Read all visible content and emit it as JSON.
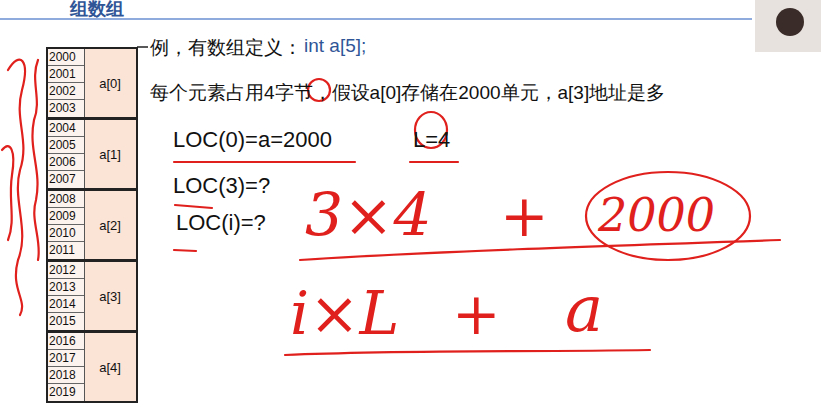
{
  "diagram": {
    "title": "组数组",
    "nodes": [
      {
        "text": [
          "2000",
          "2001",
          "2002",
          "2003",
          "a[0]"
        ]
      },
      {
        "text": [
          "2004",
          "2005",
          "2006",
          "2007",
          "a[1]"
        ]
      },
      {
        "text": [
          "2008",
          "2009",
          "2010",
          "2011",
          "a[2]"
        ]
      },
      {
        "text": [
          "2012",
          "2013",
          "2014",
          "2015",
          "a[3]"
        ]
      },
      {
        "text": [
          "2016",
          "2017",
          "2018",
          "2019",
          "a[4]"
        ]
      }
    ],
    "labels": [
      "例，有数组定义：",
      "int a[5];",
      "每个元素占用4字节，假设a[0]存储在2000单元，a[3]地址是多",
      "LOC(0)=a=2000",
      "L=4",
      "LOC(3)=?",
      "LOC(i)=?",
      "3×4",
      "+",
      "2000",
      "i×L",
      "+",
      "a"
    ]
  }
}
